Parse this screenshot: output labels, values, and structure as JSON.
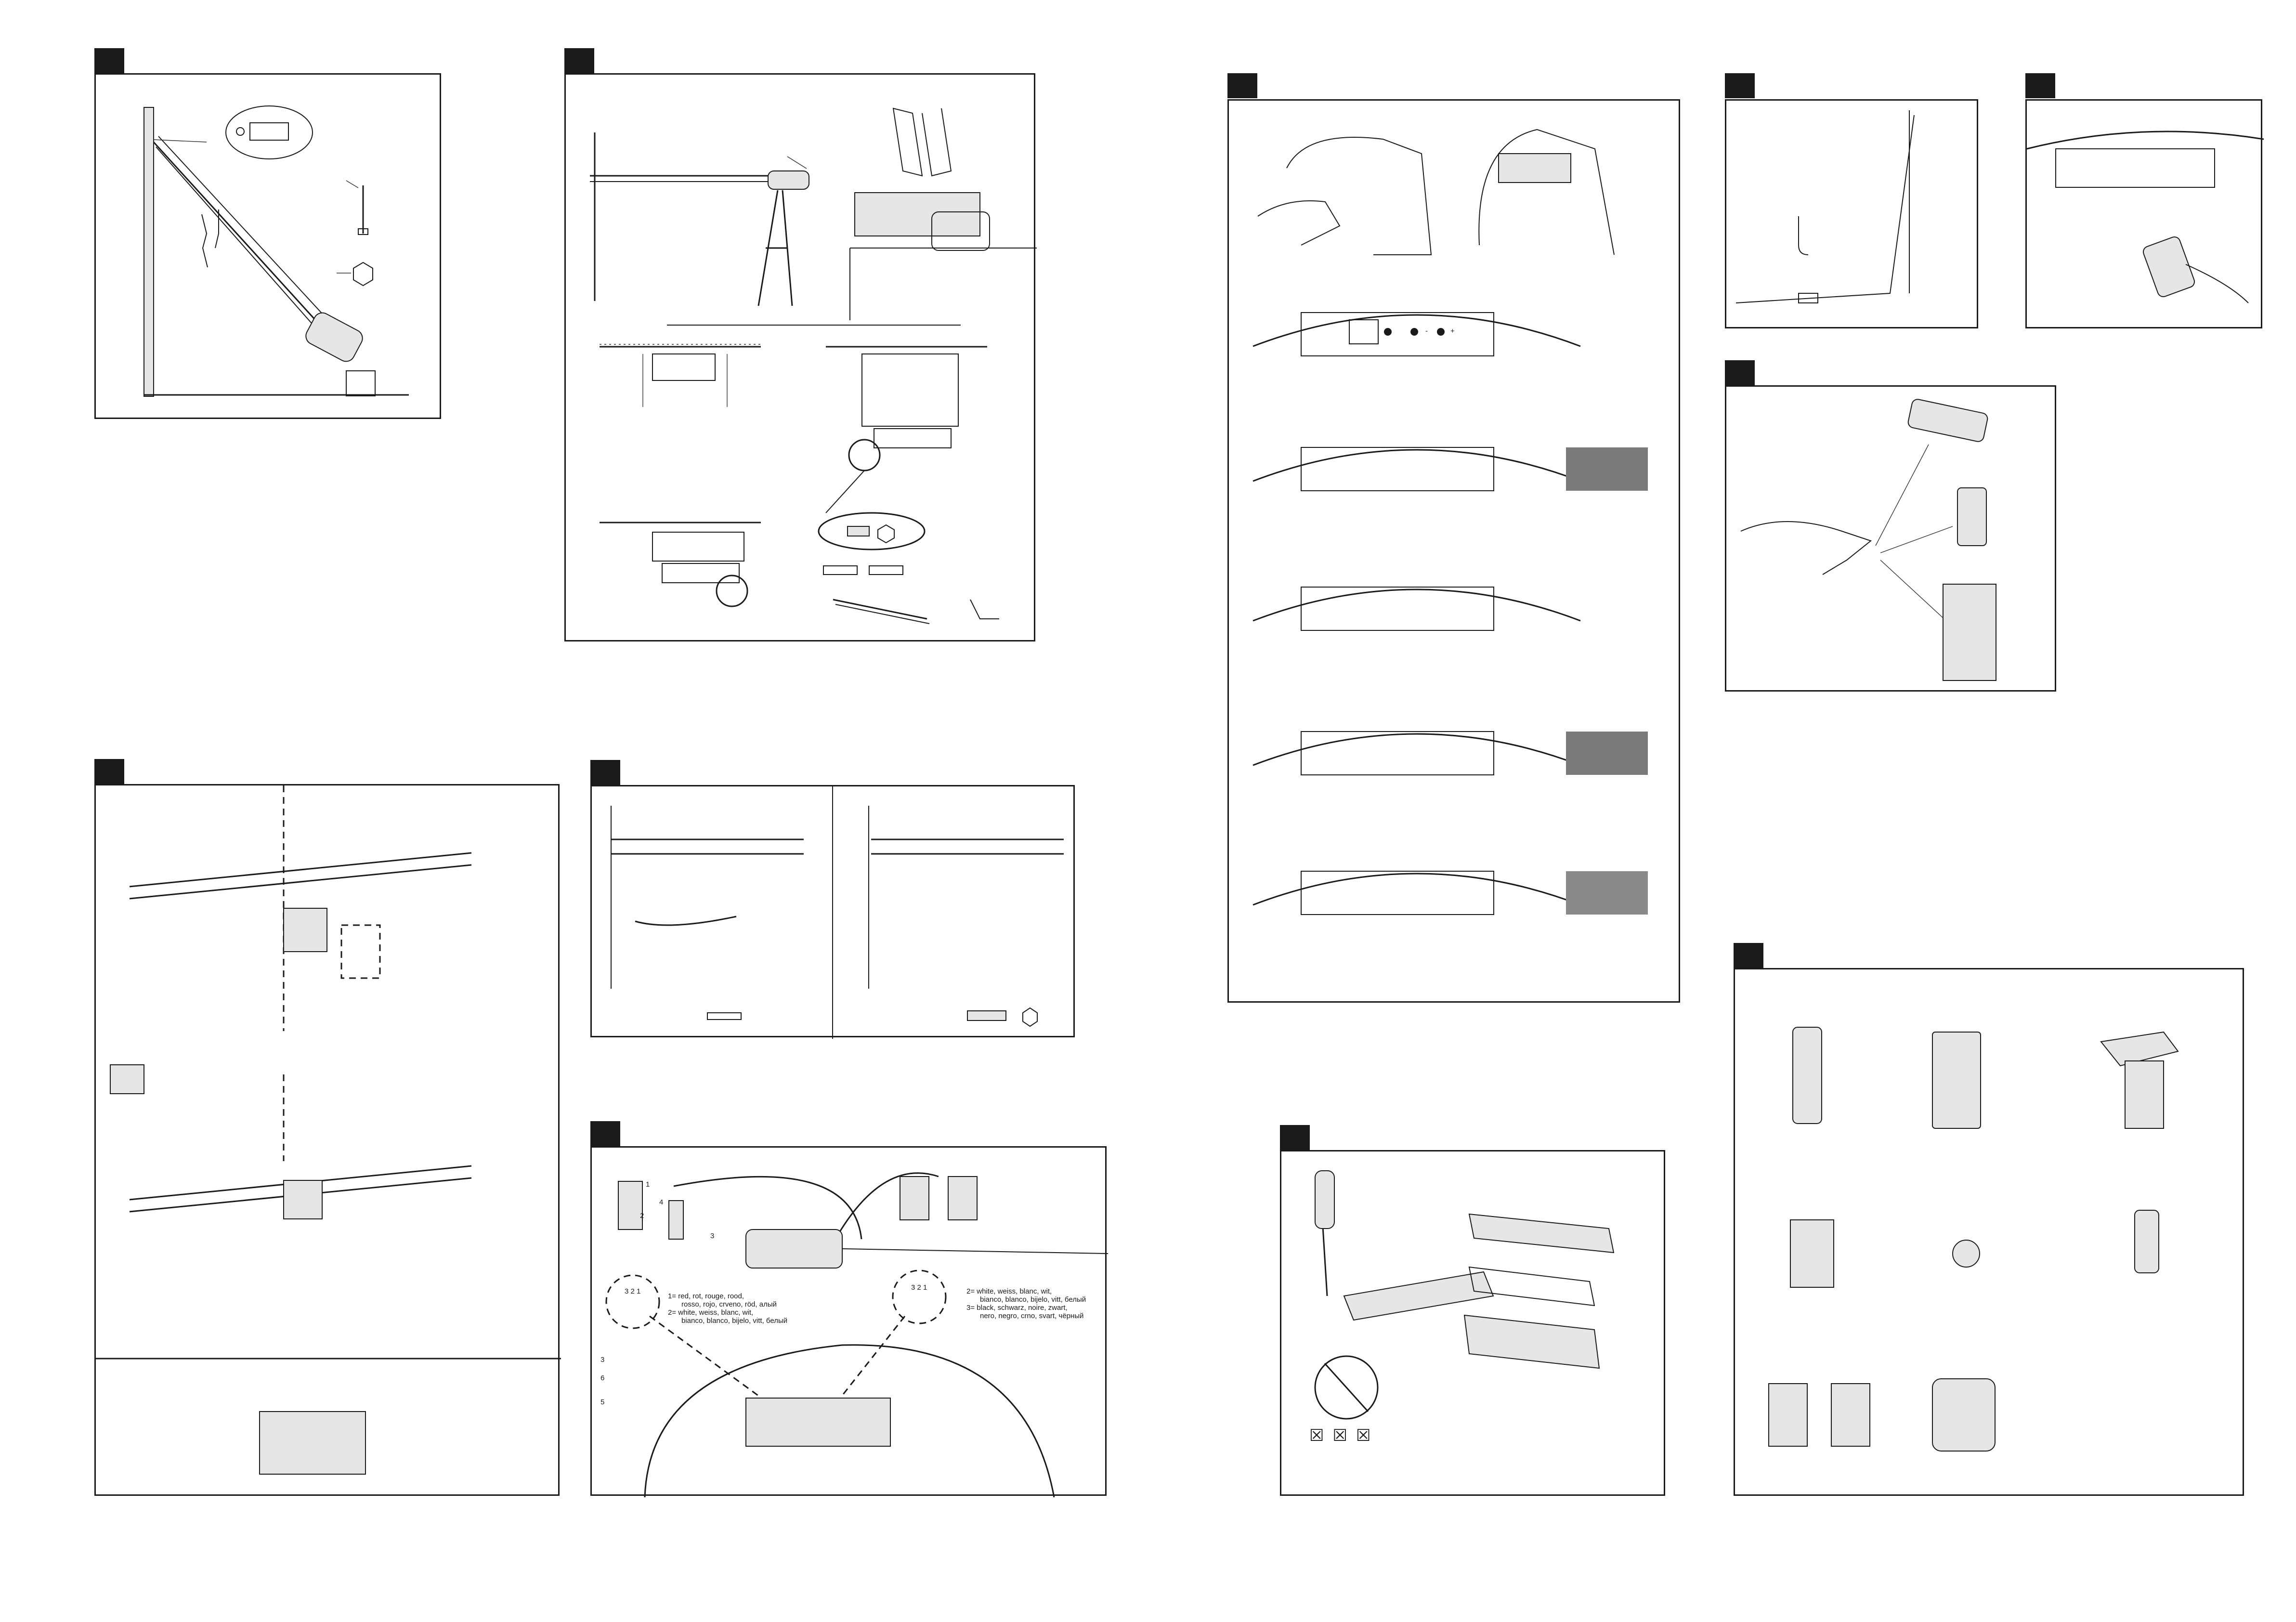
{
  "wiring": {
    "pin_labels_left": [
      "1",
      "2",
      "4",
      "3"
    ],
    "terminal_numbers": "3 2 1",
    "legend_left": [
      "1= red, rot, rouge, rood,",
      "rosso, rojo, crveno, röd, алый",
      "2= white, weiss, blanc, wit,",
      "bianco, blanco, bijelo, vitt, белый"
    ],
    "legend_right": [
      "2= white, weiss, blanc, wit,",
      "bianco, blanco, bijelo, vitt, белый",
      "3= black, schwarz, noire, zwart,",
      "nero, negro, crno, svart, чёрный"
    ],
    "part_numbers": [
      "3",
      "6",
      "5"
    ]
  },
  "control_labels": [
    "-",
    "+"
  ],
  "battery_warning": {
    "marks": "☒☒☒"
  }
}
